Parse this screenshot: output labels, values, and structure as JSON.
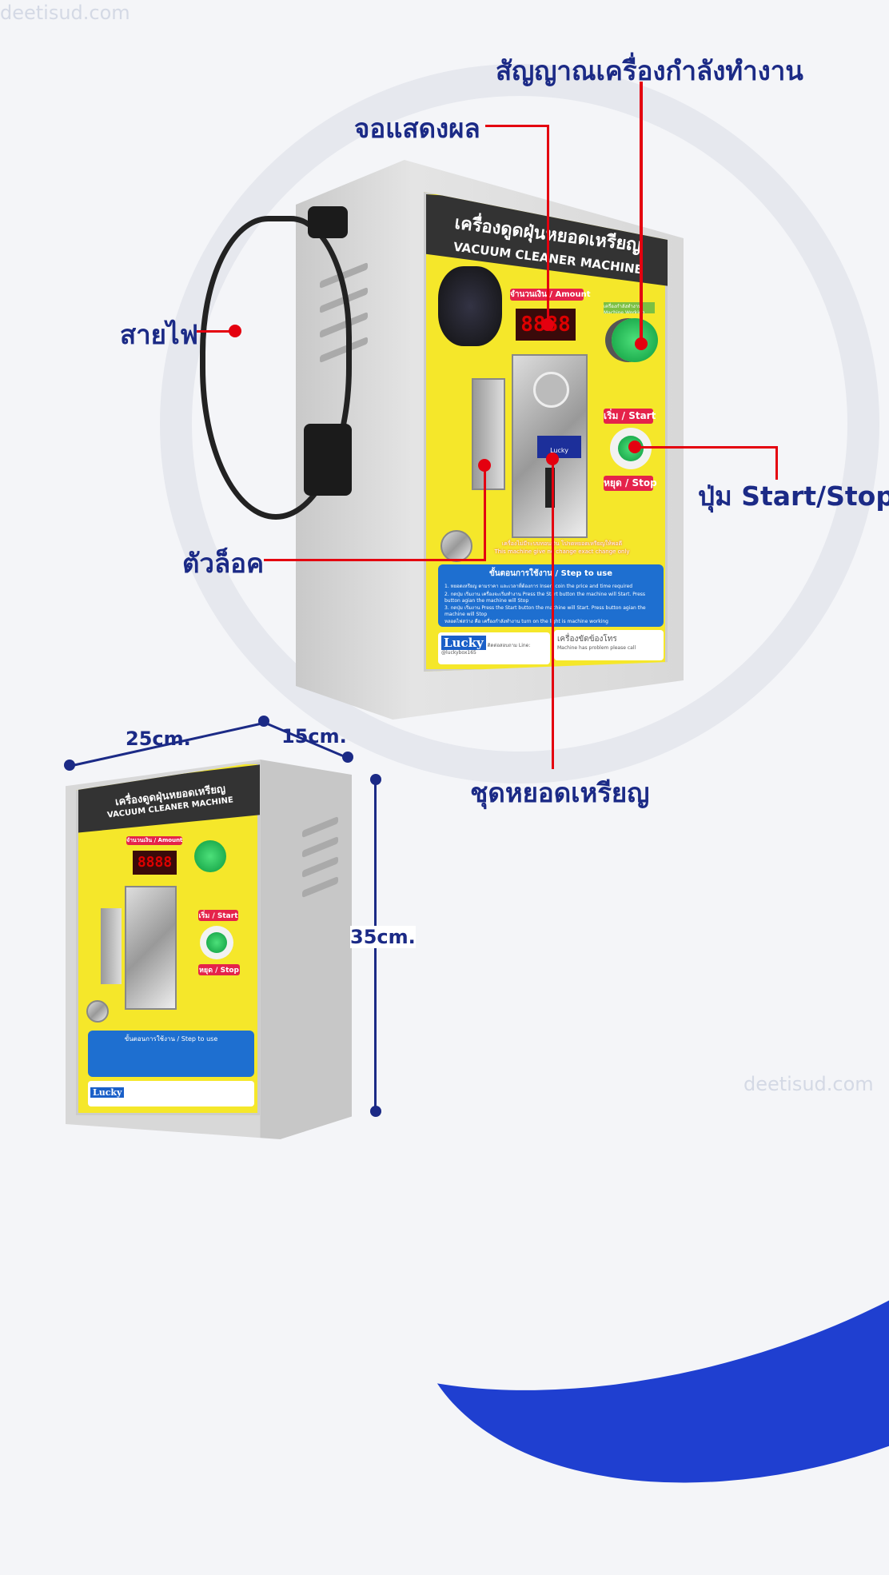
{
  "watermark": "deetisud.com",
  "callouts": {
    "working_signal": "สัญญาณเครื่องกำลังทำงาน",
    "display": "จอแสดงผล",
    "power_cord": "สายไฟ",
    "start_stop_button": "ปุ่ม Start/Stop",
    "lock": "ตัวล็อค",
    "coin_acceptor": "ชุดหยอดเหรียญ"
  },
  "machine": {
    "title_th": "เครื่องดูดฝุ่นหยอดเหรียญ",
    "title_en": "VACUUM CLEANER MACHINE",
    "amount_label": "จำนวนเงิน / Amount",
    "display_value": "8888",
    "working_label": "เครื่องกำลังทำงาน Machine Working",
    "start_label": "เริ่ม / Start",
    "stop_label": "หยุด / Stop",
    "coin_brand": "Lucky",
    "no_change_th": "เครื่องไม่มีระบบทอนเงิน โปรดหยอดเหรียญให้พอดี",
    "no_change_en": "This machine give no change exact change only",
    "steps_title": "ขั้นตอนการใช้งาน / Step to use",
    "steps": [
      "1. หยอดเหรียญ ตามราคา และเวลาที่ต้องการ Insert coin the price and time required",
      "2. กดปุ่ม เริ่มงาน เครื่องจะเริ่มทำงาน Press the Start button the machine will Start. Press button agian the machine will Stop",
      "3. กดปุ่ม เริ่มงาน Press the Start button the machine will Start. Press button agian the machine will Stop"
    ],
    "light_note": "หลอดไฟสว่าง คือ เครื่องกำลังทำงาน turn on the light is machine working",
    "brand": "Lucky",
    "contact": "ติดต่อสอบถาม Line: @luckybox165",
    "problem_th": "เครื่องขัดข้องโทร",
    "problem_en": "Machine has problem please call"
  },
  "dimensions": {
    "width": "25cm.",
    "depth": "15cm.",
    "height": "35cm."
  },
  "colors": {
    "accent": "#e4000f",
    "label": "#1b2a86",
    "brand_blue": "#1f3fd0",
    "panel": "#f5e72a"
  }
}
